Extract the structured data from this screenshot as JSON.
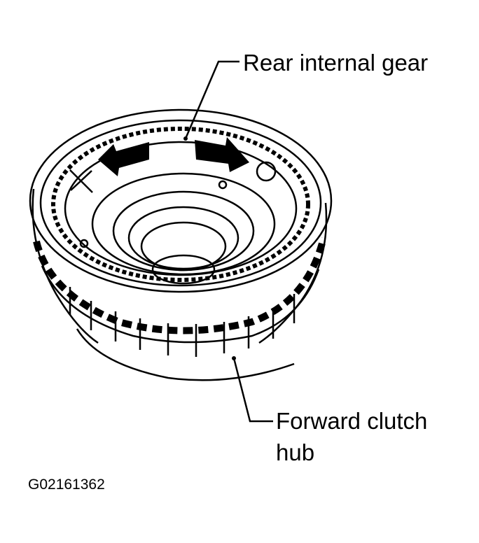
{
  "labels": {
    "rear_internal_gear": "Rear internal gear",
    "forward_clutch_hub_line1": "Forward clutch",
    "forward_clutch_hub_line2": "hub"
  },
  "figure_code": "G02161362",
  "colors": {
    "line": "#000000",
    "background": "#ffffff"
  }
}
